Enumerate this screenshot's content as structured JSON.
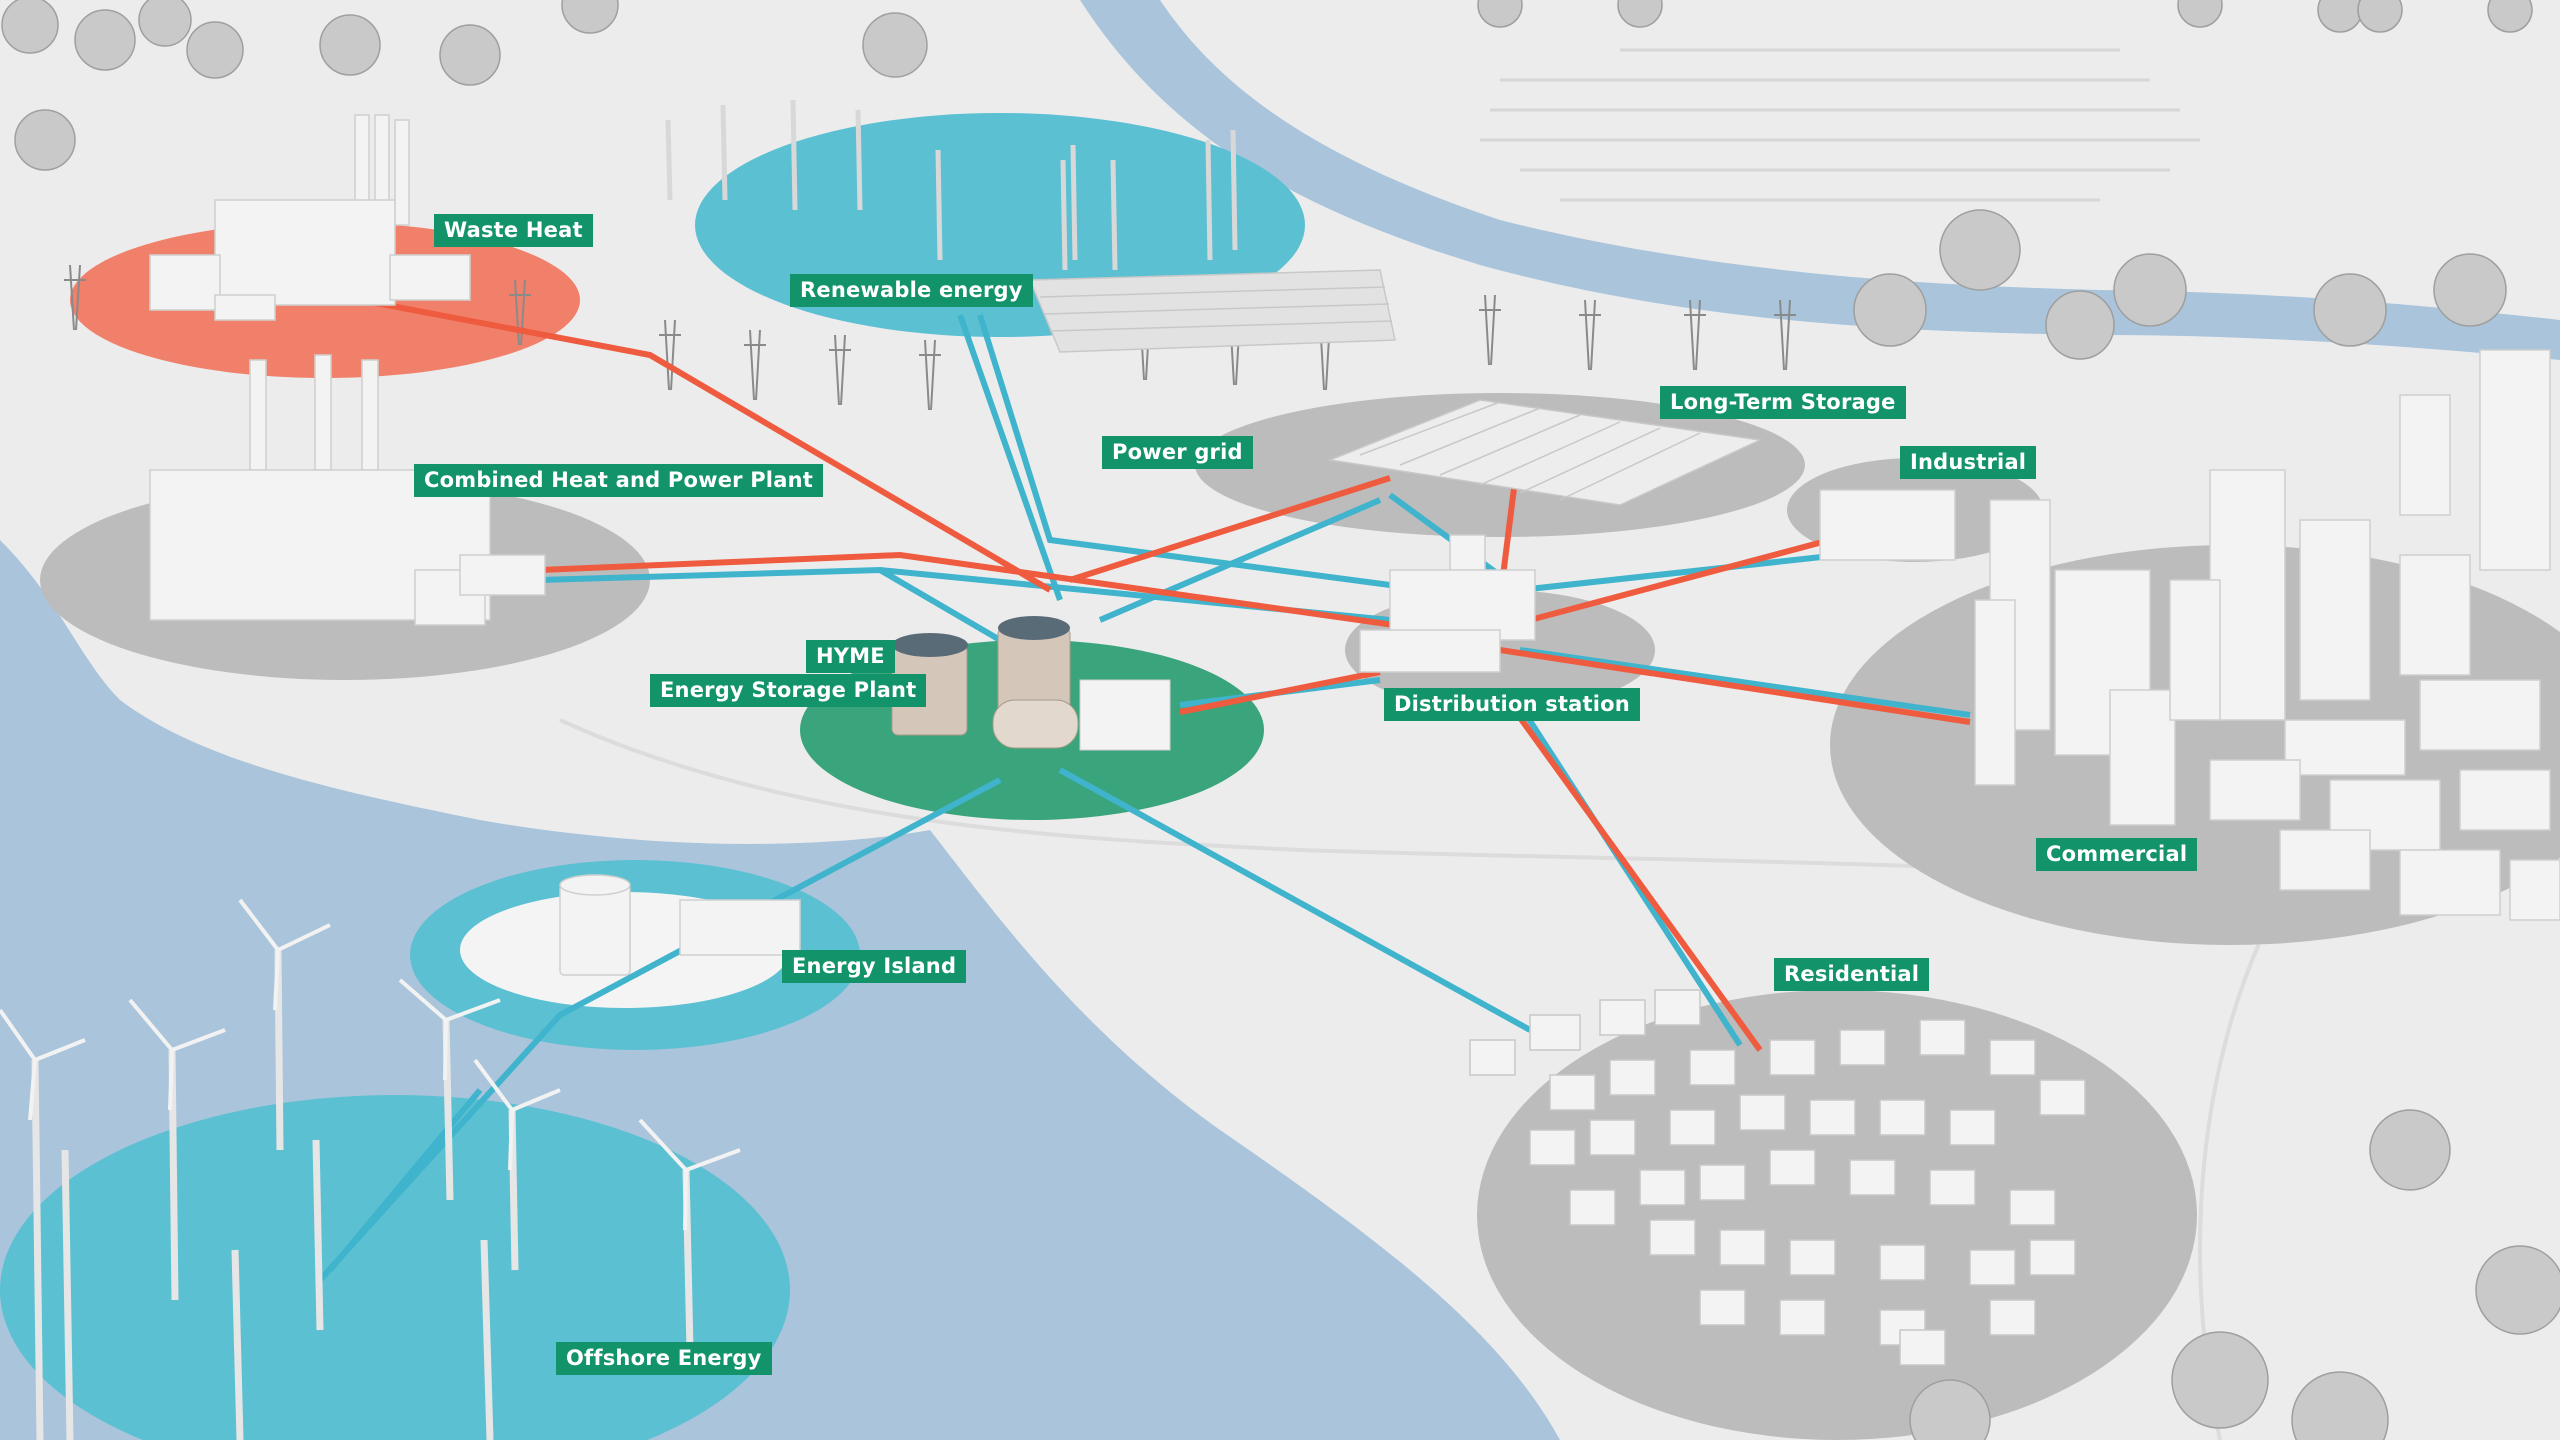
{
  "labels": {
    "waste_heat": "Waste Heat",
    "renewable_energy": "Renewable energy",
    "long_term_storage": "Long-Term Storage",
    "industrial": "Industrial",
    "power_grid": "Power grid",
    "combined_heat_power": "Combined Heat and Power Plant",
    "hyme": "HYME",
    "energy_storage_plant": "Energy Storage Plant",
    "distribution_station": "Distribution station",
    "commercial": "Commercial",
    "energy_island": "Energy Island",
    "residential": "Residential",
    "offshore_energy": "Offshore Energy"
  },
  "colors": {
    "label_bg": "#13936a",
    "heat_line": "#ef5b3f",
    "power_line": "#3fb4cc",
    "water": "#a8c3da",
    "land": "#ececec",
    "zone_grey": "#b9b9b9",
    "zone_red": "#f0806a",
    "zone_blue": "#5cc0d3",
    "zone_green": "#3aa57c"
  }
}
